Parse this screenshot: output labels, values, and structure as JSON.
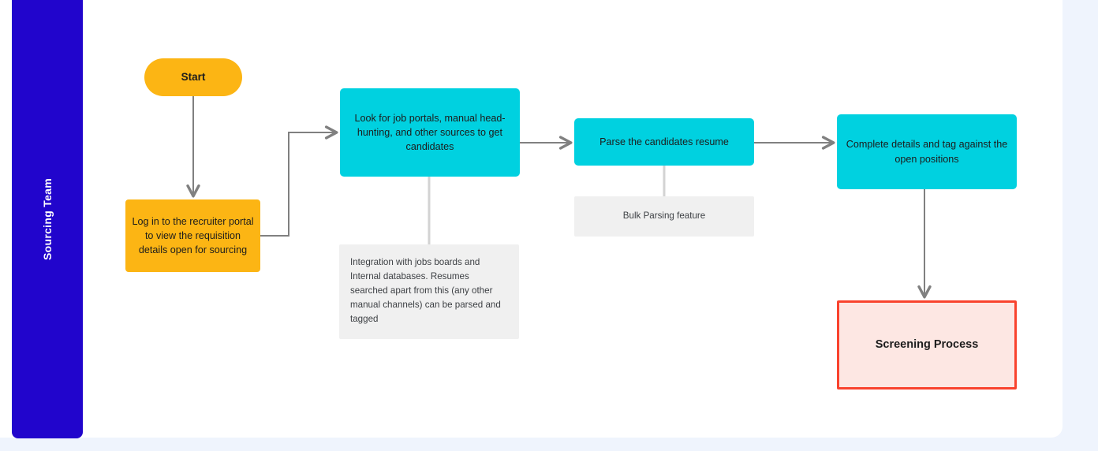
{
  "diagram": {
    "title_lane": "Sourcing Team",
    "colors": {
      "page_background": "#eff4fd",
      "canvas": "#ffffff",
      "lane_band": "#2105cc",
      "start_fill": "#fcb514",
      "process_orange": "#fcb514",
      "process_cyan": "#00d1e0",
      "note_fill": "#f0f0f0",
      "terminal_fill": "#fde7e3",
      "terminal_border": "#f9432e",
      "connector": "#808080",
      "note_connector": "#d3d3d3"
    },
    "nodes": {
      "start": "Start",
      "login": "Log in to the recruiter portal to view the requisition details open for sourcing",
      "sourcing": "Look for job portals, manual head-hunting, and other sources to get candidates",
      "parse": "Parse the candidates resume",
      "complete": "Complete details and tag against the open positions",
      "screening": "Screening Process"
    },
    "notes": {
      "integration": "Integration with jobs boards and Internal databases. Resumes searched apart from this (any other manual channels) can be parsed and tagged",
      "bulk": "Bulk Parsing feature"
    }
  }
}
